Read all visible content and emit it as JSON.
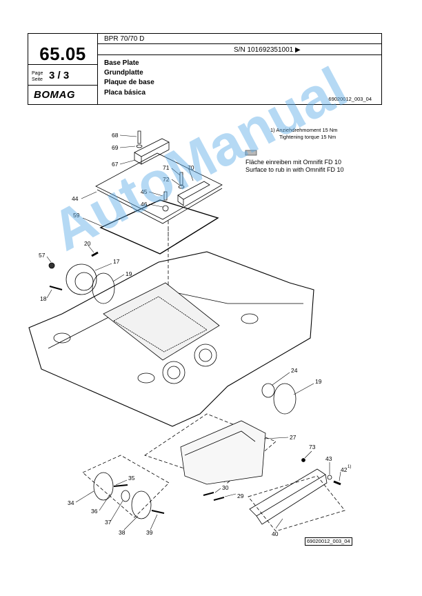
{
  "header": {
    "page_number": "65.05",
    "page_label": "Page\nSeite",
    "page_value": "3 / 3",
    "logo": "BOMAG",
    "model": "BPR 70/70 D",
    "serial": "S/N 101692351001  ▶",
    "title_en": "Base Plate",
    "title_de": "Grundplatte",
    "title_fr": "Plaque de base",
    "title_es": "Placa básica",
    "doc_id": "69020012_003_04"
  },
  "notes": {
    "torque_1": "1)  Anziehdrehmoment 15 Nm",
    "torque_2": "Tightening torque 15 Nm",
    "omnifit_de": "Fläche einreiben mit Omnifit FD 10",
    "omnifit_en": "Surface to rub in with Omnifit FD 10"
  },
  "callouts": {
    "c68": "68",
    "c69": "69",
    "c67": "67",
    "c71": "71",
    "c70": "70",
    "c72": "72",
    "c45": "45",
    "c46": "46",
    "c44": "44",
    "c59": "59",
    "c20": "20",
    "c57": "57",
    "c17": "17",
    "c19a": "19",
    "c18": "18",
    "c24": "24",
    "c19b": "19",
    "c27": "27",
    "c73": "73",
    "c43": "43",
    "c42": "42",
    "c42sup": "1)",
    "c35": "35",
    "c30": "30",
    "c29": "29",
    "c34": "34",
    "c36": "36",
    "c37": "37",
    "c38": "38",
    "c39": "39",
    "c40": "40"
  },
  "figure_id": "69020012_003_04",
  "watermark": "AutoManual",
  "colors": {
    "swatch": "#b8b8b8",
    "watermark": "#5aaae6"
  }
}
